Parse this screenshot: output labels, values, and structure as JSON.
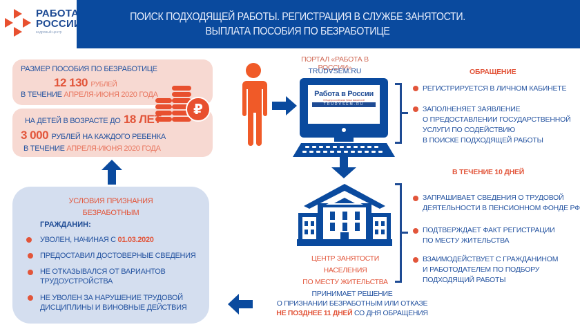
{
  "header": {
    "logo": {
      "line1": "РАБОТА",
      "line2": "РОССИИ",
      "subtitle": "кадровый центр"
    },
    "title_line1": "ПОИСК ПОДХОДЯЩЕЙ РАБОТЫ. РЕГИСТРАЦИЯ В СЛУЖБЕ ЗАНЯТОСТИ.",
    "title_line2": "ВЫПЛАТА ПОСОБИЯ ПО БЕЗРАБОТИЦЕ"
  },
  "benefit_card": {
    "label": "РАЗМЕР ПОСОБИЯ ПО БЕЗРАБОТИЦЕ",
    "amount": "12 130",
    "amount_unit": "РУБЛЕЙ",
    "period_prefix": "В ТЕЧЕНИЕ",
    "period": "АПРЕЛЯ-ИЮНЯ 2020 ГОДА"
  },
  "children_card": {
    "label_prefix": "НА ДЕТЕЙ В ВОЗРАСТЕ ДО",
    "age": "18 ЛЕТ",
    "amount": "3 000",
    "amount_suffix": "РУБЛЕЙ НА КАЖДОГО РЕБЕНКА",
    "period_prefix": "В ТЕЧЕНИЕ",
    "period": "АПРЕЛЯ-ИЮНЯ 2020 ГОДА"
  },
  "conditions": {
    "title_line1": "УСЛОВИЯ ПРИЗНАНИЯ",
    "title_line2": "БЕЗРАБОТНЫМ",
    "subtitle": "ГРАЖДАНИН:",
    "items": [
      {
        "text": "УВОЛЕН, НАЧИНАЯ С ",
        "highlight": "01.03.2020"
      },
      {
        "text": "ПРЕДОСТАВИЛ ДОСТОВЕРНЫЕ СВЕДЕНИЯ"
      },
      {
        "line1": "НЕ ОТКАЗЫВАЛСЯ ОТ ВАРИАНТОВ",
        "line2": "ТРУДОУСТРОЙСТВА"
      },
      {
        "line1": "НЕ УВОЛЕН ЗА НАРУШЕНИЕ ТРУДОВОЙ",
        "line2": "ДИСЦИПЛИНЫ И ВИНОВНЫЕ ДЕЙСТВИЯ"
      }
    ]
  },
  "portal": {
    "label": "ПОРТАЛ «РАБОТА В РОССИИ»",
    "url": "TRUDVSEM.RU",
    "screen_title": "Работа в России",
    "screen_subtitle": "Общероссийская база вакансий",
    "screen_url": "TRUDVSEM.RU"
  },
  "application": {
    "title": "ОБРАЩЕНИЕ",
    "items": [
      {
        "line1": "РЕГИСТРИРУЕТСЯ В ЛИЧНОМ КАБИНЕТЕ"
      },
      {
        "line1": "ЗАПОЛНЕНЯЕТ ЗАЯВЛЕНИЕ",
        "line2": "О ПРЕДОСТАВЛЕНИИ ГОСУДАРСТВЕННОЙ",
        "line3": "УСЛУГИ ПО СОДЕЙСТВИЮ",
        "line4": "В ПОИСКЕ ПОДХОДЯЩЕЙ РАБОТЫ"
      }
    ]
  },
  "within_days": {
    "title": "В ТЕЧЕНИЕ 10 ДНЕЙ",
    "items": [
      {
        "line1": "ЗАПРАШИВАЕТ СВЕДЕНИЯ О ТРУДОВОЙ",
        "line2": "ДЕЯТЕЛЬНОСТИ В ПЕНСИОННОМ ФОНДЕ РФ"
      },
      {
        "line1": "ПОДТВЕРЖДАЕТ ФАКТ РЕГИСТРАЦИИ",
        "line2": "ПО МЕСТУ ЖИТЕЛЬСТВА"
      },
      {
        "line1": "ВЗАИМОДЕЙСТВУЕТ С ГРАЖДАНИНОМ",
        "line2": "И РАБОТОДАТЕЛЕМ ПО ПОДБОРУ",
        "line3": "ПОДХОДЯЩИЙ РАБОТЫ"
      }
    ]
  },
  "employment_center": {
    "line1": "ЦЕНТР ЗАНЯТОСТИ",
    "line2": "НАСЕЛЕНИЯ",
    "line3": "ПО МЕСТУ ЖИТЕЛЬСТВА"
  },
  "decision": {
    "line1": "ПРИНИМАЕТ РЕШЕНИЕ",
    "line2": "О ПРИЗНАНИИ БЕЗРАБОТНЫМ ИЛИ ОТКАЗЕ",
    "deadline": "НЕ ПОЗДНЕЕ 11 ДНЕЙ",
    "deadline_suffix": "СО ДНЯ ОБРАЩЕНИЯ"
  },
  "colors": {
    "primary_blue": "#0a4a9e",
    "accent_orange": "#e2553a",
    "pink_card": "#f7d9d2",
    "light_blue_card": "#d4deef",
    "text_blue": "#2453a0"
  }
}
